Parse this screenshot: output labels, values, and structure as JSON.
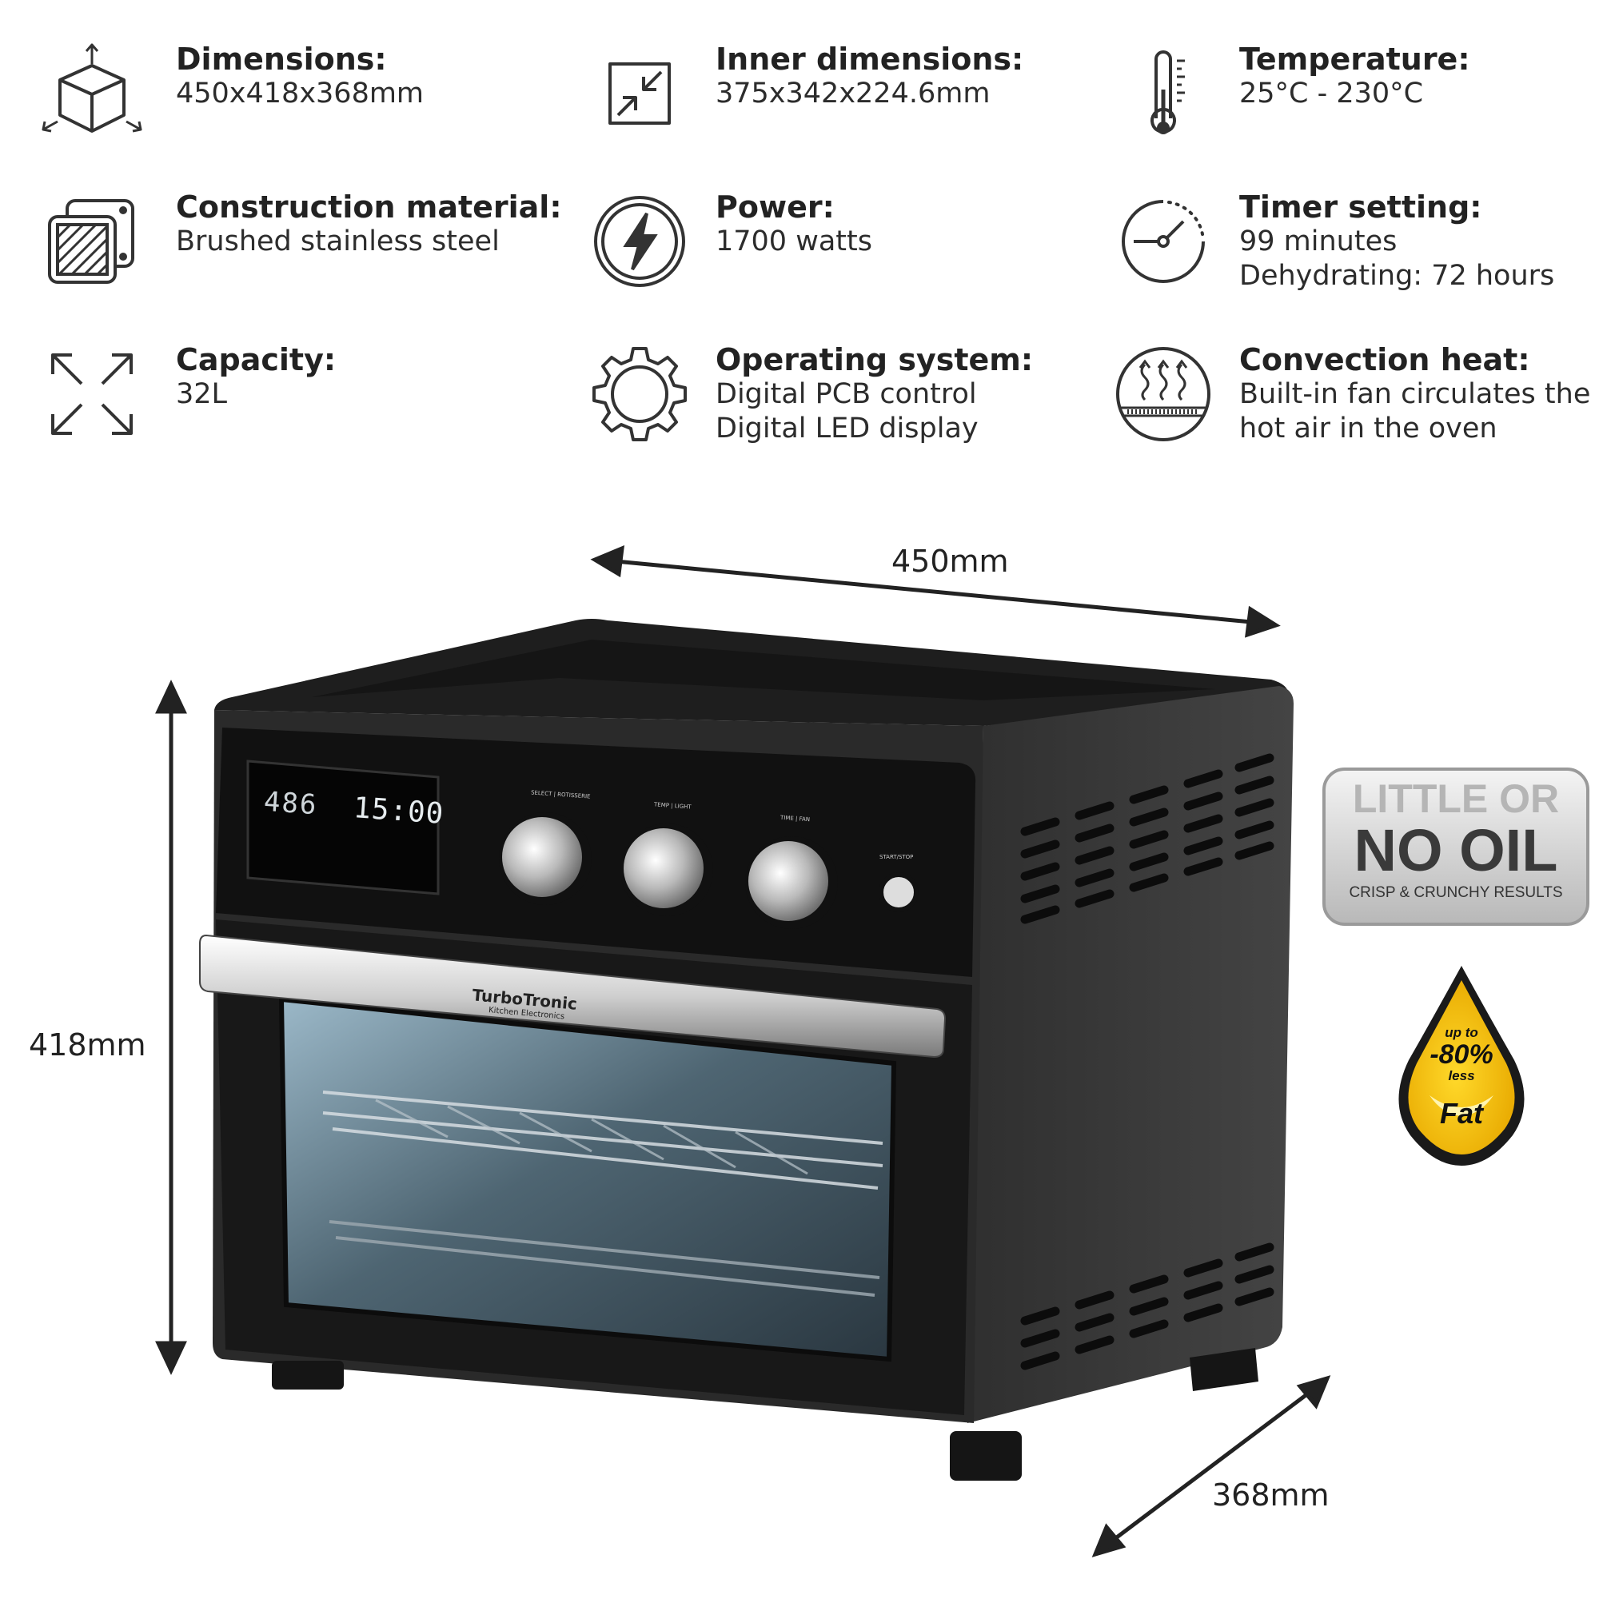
{
  "specs": [
    {
      "label": "Dimensions:",
      "values": [
        "450x418x368mm"
      ],
      "icon": "cube-dimensions-icon"
    },
    {
      "label": "Inner dimensions:",
      "values": [
        "375x342x224.6mm"
      ],
      "icon": "inward-arrows-icon"
    },
    {
      "label": "Temperature:",
      "values": [
        "25°C - 230°C"
      ],
      "icon": "thermometer-icon"
    },
    {
      "label": "Construction material:",
      "values": [
        "Brushed stainless steel"
      ],
      "icon": "steel-sheets-icon"
    },
    {
      "label": "Power:",
      "values": [
        "1700 watts"
      ],
      "icon": "lightning-icon"
    },
    {
      "label": "Timer setting:",
      "values": [
        "99 minutes",
        "Dehydrating: 72 hours"
      ],
      "icon": "timer-icon"
    },
    {
      "label": "Capacity:",
      "values": [
        "32L"
      ],
      "icon": "expand-arrows-icon"
    },
    {
      "label": "Operating system:",
      "values": [
        "Digital PCB control",
        "Digital LED display"
      ],
      "icon": "gear-icon"
    },
    {
      "label": "Convection heat:",
      "values": [
        "Built-in fan circulates the",
        "hot air in the oven"
      ],
      "icon": "convection-heat-icon"
    }
  ],
  "dimensions": {
    "width": "450mm",
    "height": "418mm",
    "depth": "368mm"
  },
  "display": {
    "temp": "486",
    "time": "15:00"
  },
  "panel": {
    "knob1": "SELECT | ROTISSERIE",
    "knob2": "TEMP | LIGHT",
    "knob3": "TIME | FAN",
    "start": "START/STOP"
  },
  "brand": {
    "name": "TurboTronic",
    "tagline": "Kitchen Electronics"
  },
  "badge_oil": {
    "line1": "LITTLE OR",
    "line2": "NO OIL",
    "line3": "CRISP & CRUNCHY RESULTS"
  },
  "badge_fat": {
    "line1": "up to",
    "line2": "-80%",
    "line3": "less",
    "line4": "Fat"
  },
  "colors": {
    "oven_body": "#2b2b2b",
    "badge_yellow": "#f7c600",
    "text": "#222222"
  }
}
